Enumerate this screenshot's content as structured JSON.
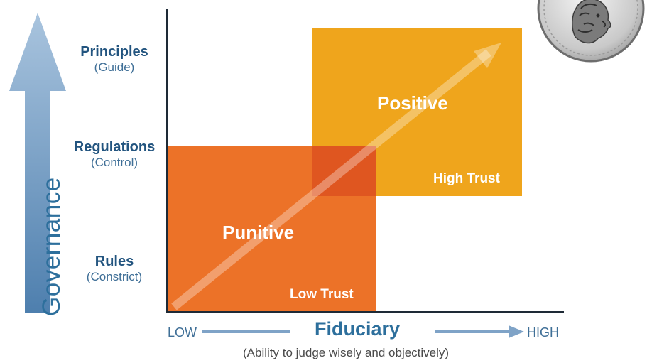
{
  "y_axis": {
    "title": "Governance",
    "levels": [
      {
        "main": "Principles",
        "sub": "(Guide)"
      },
      {
        "main": "Regulations",
        "sub": "(Control)"
      },
      {
        "main": "Rules",
        "sub": "(Constrict)"
      }
    ]
  },
  "x_axis": {
    "low": "LOW",
    "high": "HIGH",
    "title": "Fiduciary",
    "subtitle": "(Ability to judge wisely and objectively)"
  },
  "quadrants": {
    "positive": {
      "title": "Positive",
      "trust": "High Trust",
      "color": "#efa51c"
    },
    "punitive": {
      "title": "Punitive",
      "trust": "Low Trust",
      "color": "#ec7228"
    },
    "overlap_color": "#df5620"
  },
  "colors": {
    "axis_arrow": "#7fa3c7",
    "title_blue": "#2d6f9c"
  },
  "image": {
    "icon": "coin-portrait-icon"
  }
}
